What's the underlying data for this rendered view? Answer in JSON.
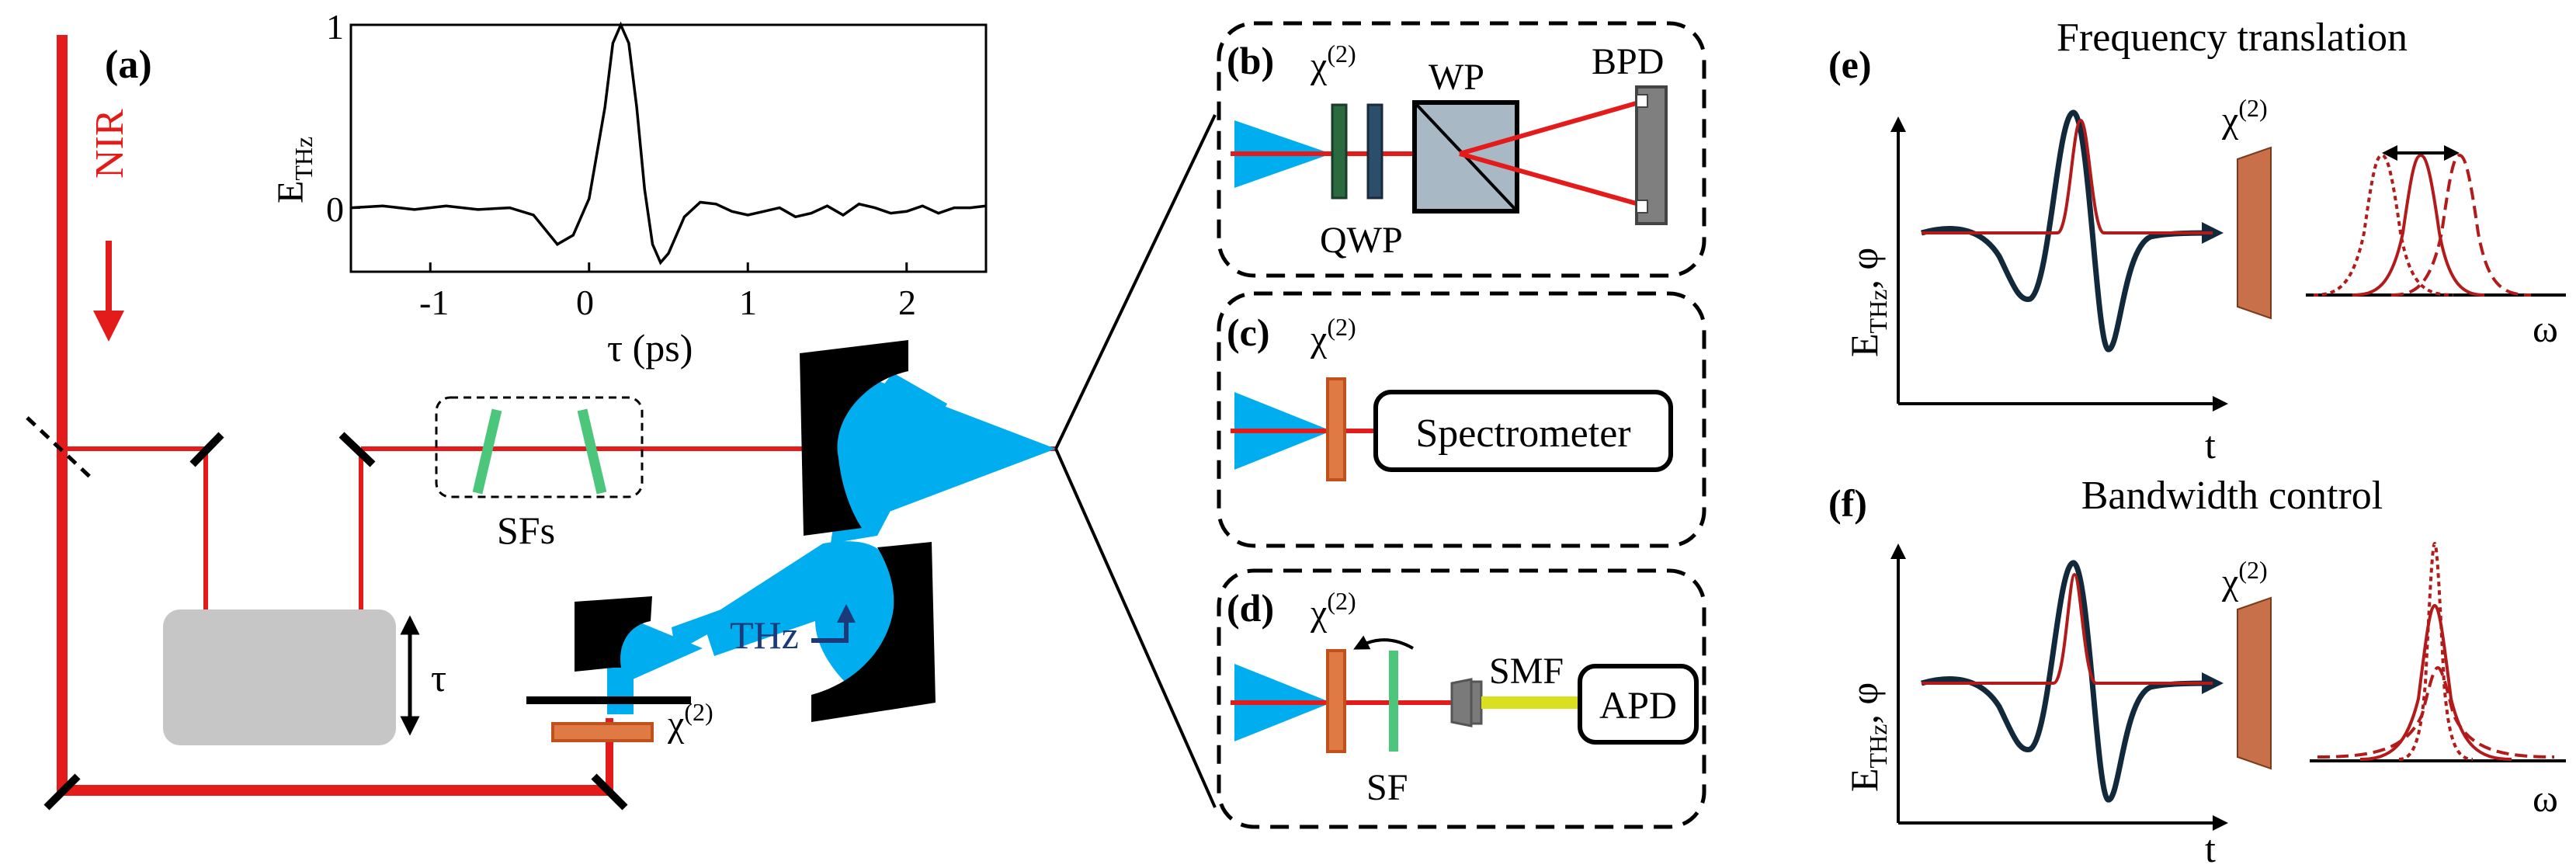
{
  "colors": {
    "laser": "#e31b1b",
    "thz": "#00aeef",
    "mirror": "#000000",
    "crystal": "#e07a45",
    "crystal_edge": "#c0501c",
    "filter": "#4cc67a",
    "stage": "#c6c6c6",
    "smf": "#d8e021",
    "pulse_dark": "#12293b",
    "pulse_red": "#b31b1b",
    "wp_fill": "#a8b8c4",
    "qwp_green": "#2b6a3f",
    "qwp_blue": "#2b4e6a"
  },
  "labels": {
    "a": "(a)",
    "b": "(b)",
    "c": "(c)",
    "d": "(d)",
    "e": "(e)",
    "f": "(f)",
    "nir": "NIR",
    "sfs": "SFs",
    "tau": "τ",
    "thz": "THz",
    "chi": "χ",
    "chi_sup": "(2)",
    "wp": "WP",
    "bpd": "BPD",
    "qwp": "QWP",
    "spectrometer": "Spectrometer",
    "sf": "SF",
    "smf": "SMF",
    "apd": "APD"
  },
  "inset": {
    "ylabel_main": "E",
    "ylabel_sub": "THz",
    "xlabel": "τ (ps)",
    "yticks": [
      "1",
      "0"
    ],
    "xticks": [
      "-1",
      "0",
      "1",
      "2"
    ]
  },
  "chart_data": {
    "type": "line",
    "xlabel": "τ (ps)",
    "ylabel": "E_THz",
    "xlim": [
      -1.5,
      2.5
    ],
    "ylim": [
      -0.35,
      1.0
    ],
    "x": [
      -1.5,
      -1.3,
      -1.1,
      -0.9,
      -0.7,
      -0.5,
      -0.35,
      -0.2,
      -0.1,
      0.0,
      0.1,
      0.15,
      0.2,
      0.25,
      0.3,
      0.35,
      0.4,
      0.45,
      0.5,
      0.55,
      0.6,
      0.7,
      0.8,
      0.9,
      1.0,
      1.1,
      1.2,
      1.3,
      1.4,
      1.5,
      1.6,
      1.7,
      1.8,
      1.9,
      2.0,
      2.1,
      2.2,
      2.3,
      2.4,
      2.5
    ],
    "y": [
      0.0,
      0.01,
      -0.01,
      0.01,
      -0.01,
      0.0,
      -0.04,
      -0.2,
      -0.15,
      0.05,
      0.55,
      0.9,
      1.0,
      0.9,
      0.55,
      0.1,
      -0.2,
      -0.3,
      -0.25,
      -0.15,
      -0.05,
      0.03,
      0.02,
      -0.02,
      -0.04,
      -0.02,
      0.0,
      -0.05,
      -0.03,
      0.01,
      -0.04,
      0.02,
      0.0,
      -0.03,
      -0.02,
      0.01,
      -0.03,
      0.0,
      0.0,
      0.01
    ]
  },
  "panel_e": {
    "title": "Frequency translation",
    "ylabel_main": "E",
    "ylabel_sub": "THz",
    "ylabel_suffix": ", φ",
    "xlabel": "t",
    "omega": "ω"
  },
  "panel_f": {
    "title": "Bandwidth control",
    "ylabel_main": "E",
    "ylabel_sub": "THz",
    "ylabel_suffix": ", φ",
    "xlabel": "t",
    "omega": "ω"
  }
}
